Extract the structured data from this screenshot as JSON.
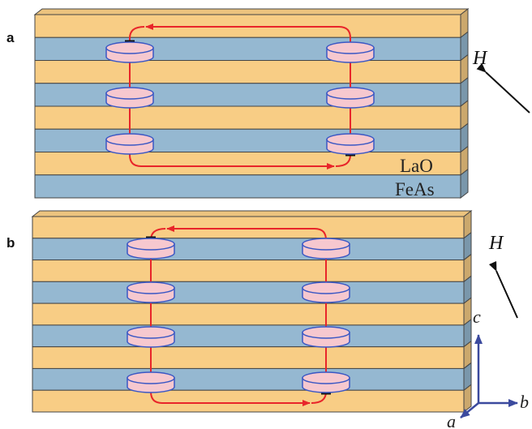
{
  "panels": [
    {
      "label": "a",
      "layer_labels": [
        "LaO",
        "FeAs"
      ],
      "field_label": "H"
    },
    {
      "label": "b",
      "field_label": "H"
    }
  ],
  "axes": {
    "c": "c",
    "b": "b",
    "a": "a"
  },
  "colors": {
    "lao_layer": "#F8CD85",
    "feas_layer": "#95B8D1",
    "junction": "#F6C8CF",
    "junction_edge": "#3A57C4",
    "current": "#E8252A",
    "axis": "#3B4A9E",
    "arrow": "#111111"
  }
}
